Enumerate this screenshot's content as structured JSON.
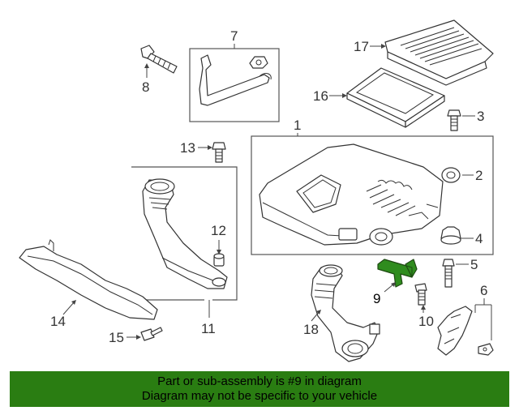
{
  "callouts": {
    "p1": "1",
    "p2": "2",
    "p3": "3",
    "p4": "4",
    "p5": "5",
    "p6": "6",
    "p7": "7",
    "p8": "8",
    "p9": "9",
    "p10": "10",
    "p11": "11",
    "p12": "12",
    "p13": "13",
    "p14": "14",
    "p15": "15",
    "p16": "16",
    "p17": "17",
    "p18": "18"
  },
  "highlight_part": "9",
  "colors": {
    "banner": "#2a7d12",
    "highlight": "#2f8c1e"
  },
  "banner": {
    "line1": "Part or sub-assembly is #9 in diagram",
    "line2": "Diagram may not be specific to your vehicle"
  }
}
